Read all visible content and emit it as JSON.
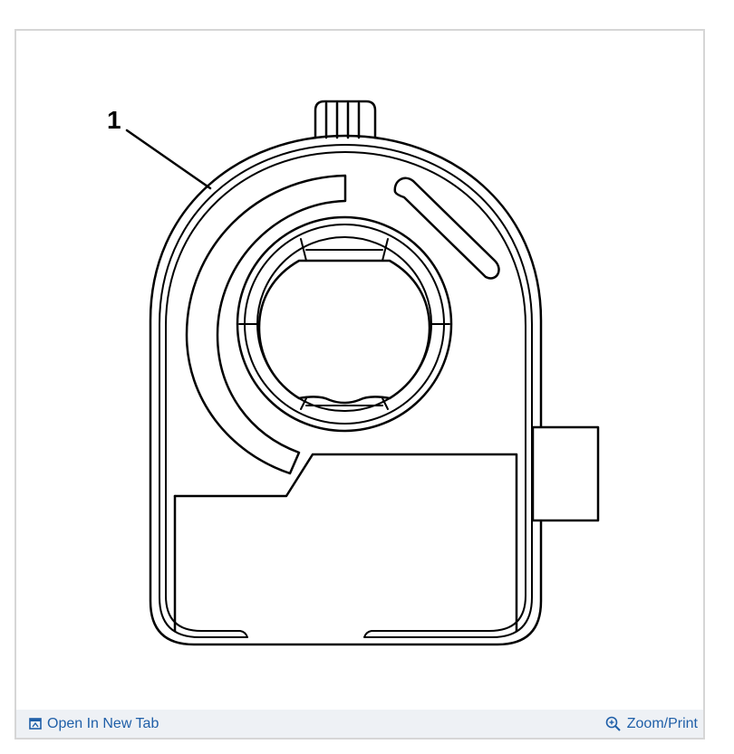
{
  "figure": {
    "callouts": [
      {
        "label": "1"
      }
    ]
  },
  "toolbar": {
    "open_tab": {
      "label": "Open In New Tab",
      "icon": "open-in-new-tab-icon"
    },
    "zoom_print": {
      "label": "Zoom/Print",
      "icon": "zoom-in-icon"
    }
  },
  "colors": {
    "link": "#1f5fa8",
    "bar_background": "#eef1f5",
    "frame_border": "#d6d6d6"
  }
}
